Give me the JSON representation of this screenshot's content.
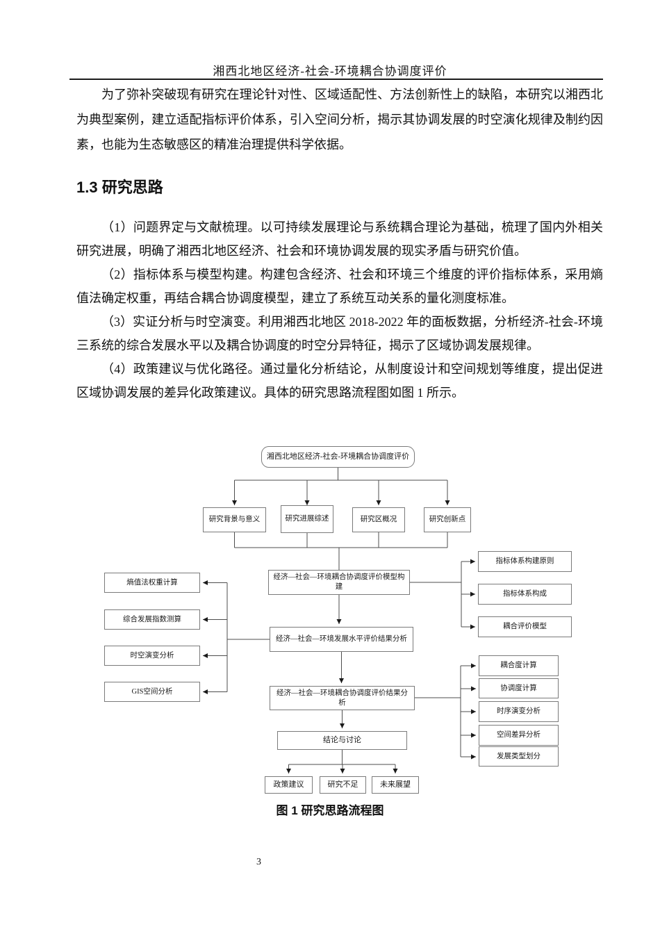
{
  "page": {
    "header_title": "湘西北地区经济-社会-环境耦合协调度评价",
    "page_number": "3"
  },
  "content": {
    "intro": "为了弥补突破现有研究在理论针对性、区域适配性、方法创新性上的缺陷，本研究以湘西北为典型案例，建立适配指标评价体系，引入空间分析，揭示其协调发展的时空演化规律及制约因素，也能为生态敏感区的精准治理提供科学依据。",
    "section_heading": "1.3 研究思路",
    "paragraphs": [
      "（1）问题界定与文献梳理。以可持续发展理论与系统耦合理论为基础，梳理了国内外相关研究进展，明确了湘西北地区经济、社会和环境协调发展的现实矛盾与研究价值。",
      "（2）指标体系与模型构建。构建包含经济、社会和环境三个维度的评价指标体系，采用熵值法确定权重，再结合耦合协调度模型，建立了系统互动关系的量化测度标准。",
      "（3）实证分析与时空演变。利用湘西北地区 2018-2022 年的面板数据，分析经济-社会-环境三系统的综合发展水平以及耦合协调度的时空分异特征，揭示了区域协调发展规律。",
      "（4）政策建议与优化路径。通过量化分析结论，从制度设计和空间规划等维度，提出促进区域协调发展的差异化政策建议。具体的研究思路流程图如图 1 所示。"
    ]
  },
  "figure": {
    "caption": "图 1 研究思路流程图",
    "nodes": {
      "root": "湘西北地区经济-社会-环境耦合协调度评价",
      "row2": [
        "研究背景与意义",
        "研究进展综述",
        "研究区概况",
        "研究创新点"
      ],
      "model": "经济—社会—环境耦合协调度评价模型构建",
      "level": "经济—社会—环境发展水平评价结果分析",
      "coupling": "经济—社会—环境耦合协调度评价结果分析",
      "conclusion": "结论与讨论",
      "bottom": [
        "政策建议",
        "研究不足",
        "未来展望"
      ],
      "left": [
        "熵值法权重计算",
        "综合发展指数测算",
        "时空演变分析",
        "GIS空间分析"
      ],
      "right_top": [
        "指标体系构建原则",
        "指标体系构成",
        "耦合评价模型"
      ],
      "right_bottom": [
        "耦合度计算",
        "协调度计算",
        "时序演变分析",
        "空间差异分析",
        "发展类型划分"
      ]
    }
  }
}
